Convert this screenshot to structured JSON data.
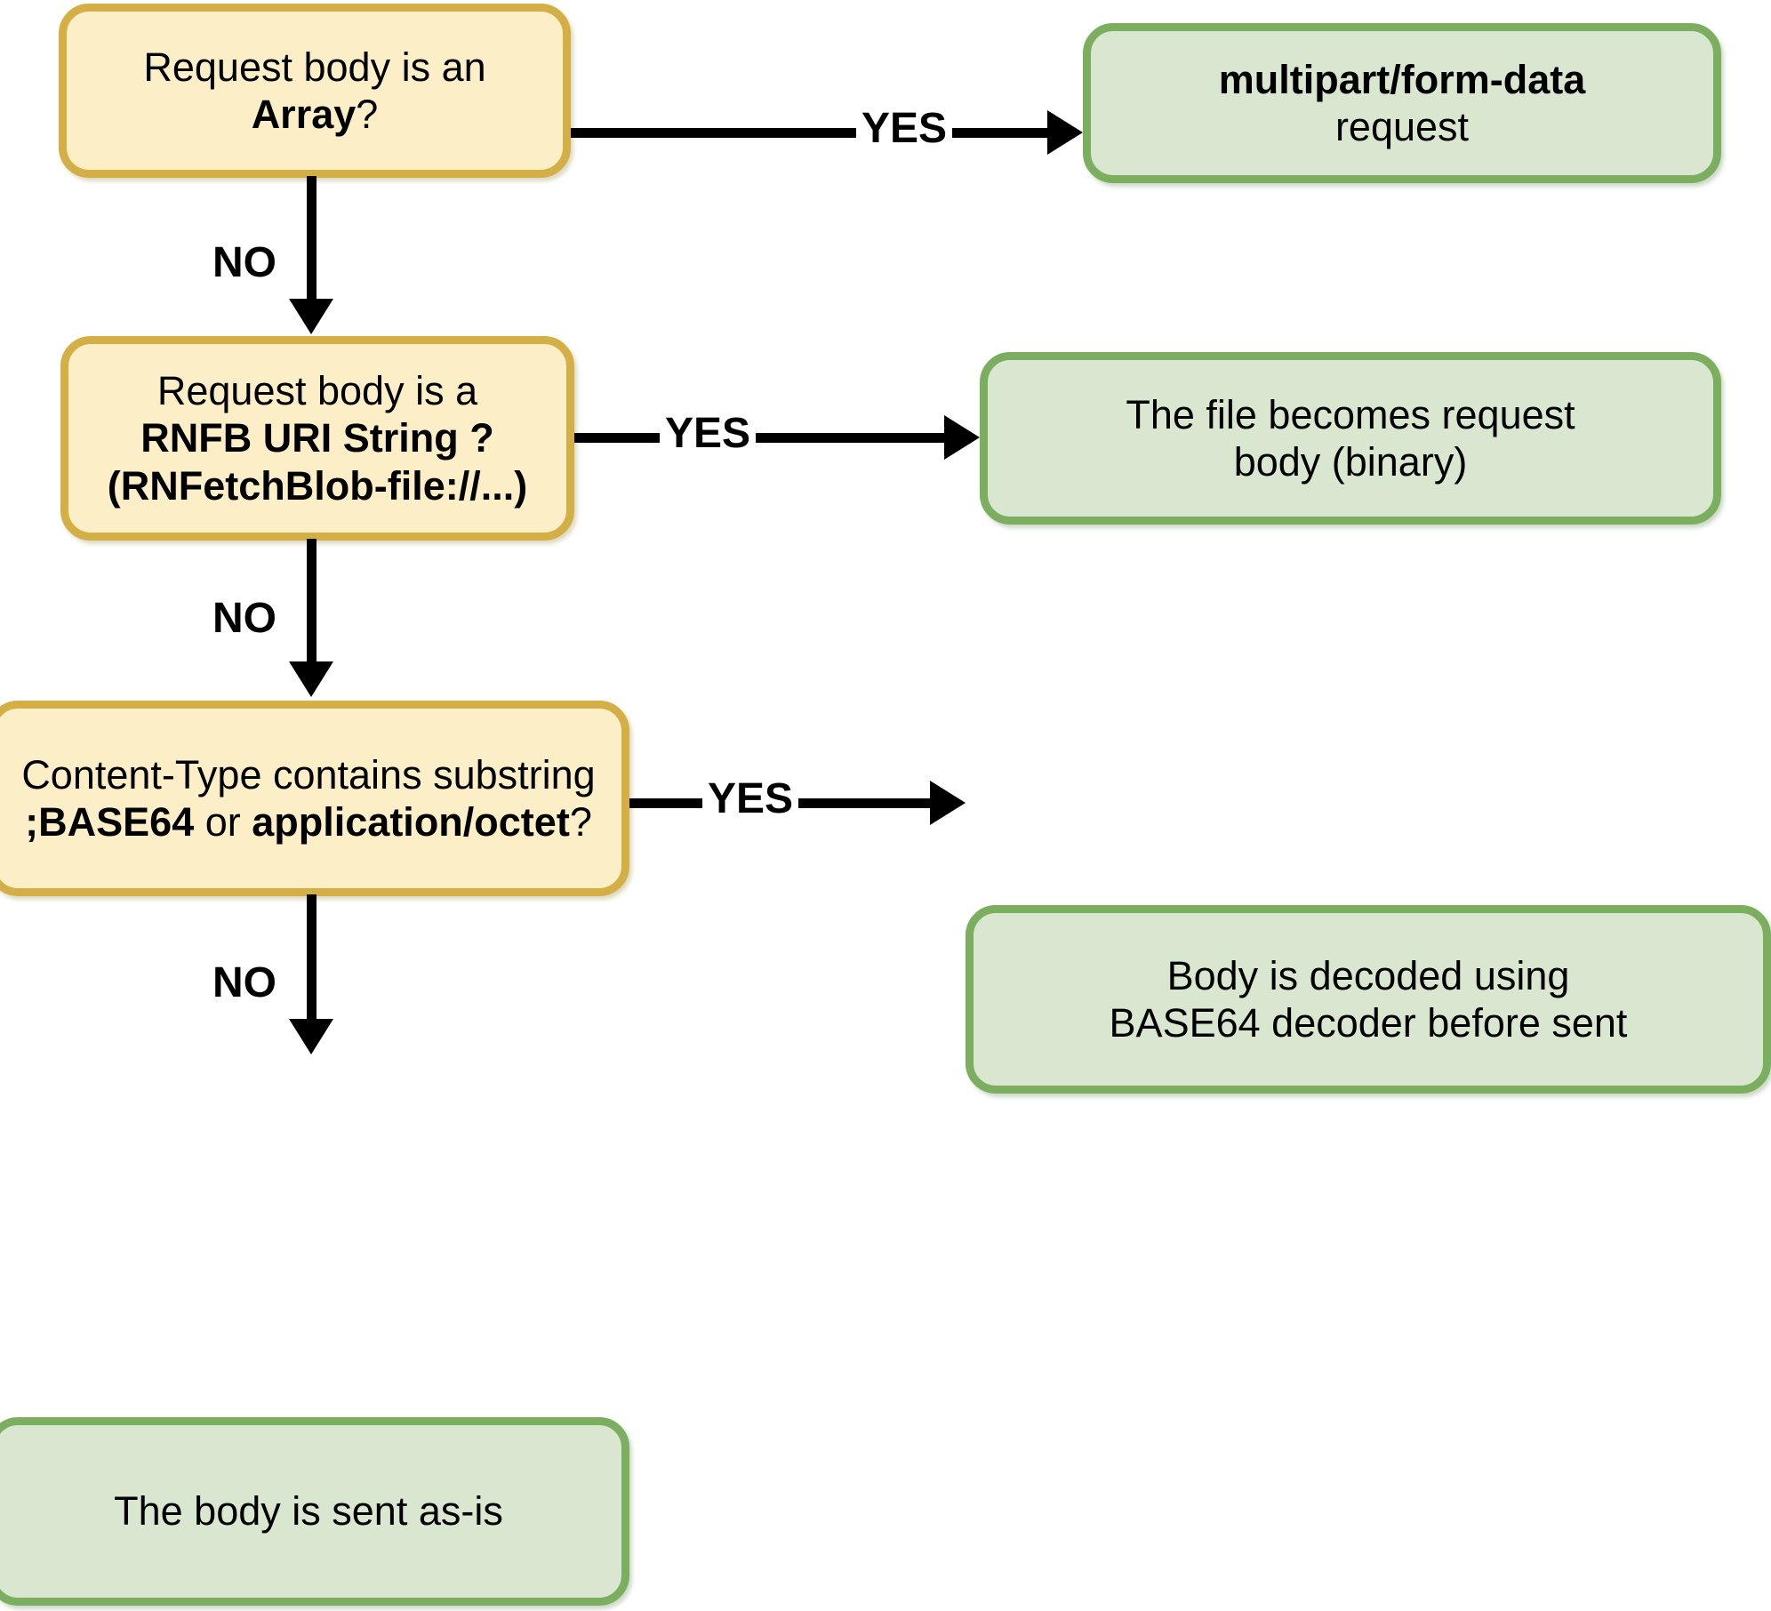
{
  "diagram": {
    "type": "flowchart",
    "title": "Request body handling decision flow",
    "colors": {
      "decision_fill": "#FCEFC7",
      "decision_border": "#D3AF46",
      "terminal_fill": "#D9E7D0",
      "terminal_border": "#7CAE5F",
      "connector": "#000000",
      "text": "#000000"
    },
    "nodes": [
      {
        "id": "d1",
        "kind": "decision",
        "lines": [
          {
            "parts": [
              {
                "text": "Request body is an ",
                "bold": false
              },
              {
                "text": "Array",
                "bold": true
              },
              {
                "text": "?",
                "bold": false
              }
            ]
          }
        ]
      },
      {
        "id": "t1",
        "kind": "terminal",
        "lines": [
          {
            "parts": [
              {
                "text": "multipart/form-data",
                "bold": true
              }
            ]
          },
          {
            "parts": [
              {
                "text": "request",
                "bold": false
              }
            ]
          }
        ]
      },
      {
        "id": "d2",
        "kind": "decision",
        "lines": [
          {
            "parts": [
              {
                "text": "Request body is a",
                "bold": false
              }
            ]
          },
          {
            "parts": [
              {
                "text": "RNFB URI String ?",
                "bold": true
              }
            ]
          },
          {
            "parts": [
              {
                "text": "(RNFetchBlob-file://...)",
                "bold": true
              }
            ]
          }
        ]
      },
      {
        "id": "t2",
        "kind": "terminal",
        "lines": [
          {
            "parts": [
              {
                "text": "The file becomes request",
                "bold": false
              }
            ]
          },
          {
            "parts": [
              {
                "text": "body (binary)",
                "bold": false
              }
            ]
          }
        ]
      },
      {
        "id": "d3",
        "kind": "decision",
        "lines": [
          {
            "parts": [
              {
                "text": "Content-Type contains substring",
                "bold": false
              }
            ]
          },
          {
            "parts": [
              {
                "text": ";BASE64",
                "bold": true
              },
              {
                "text": " or ",
                "bold": false
              },
              {
                "text": "application/octet",
                "bold": true
              },
              {
                "text": "?",
                "bold": false
              }
            ]
          }
        ]
      },
      {
        "id": "t3",
        "kind": "terminal",
        "lines": [
          {
            "parts": [
              {
                "text": "Body is decoded using",
                "bold": false
              }
            ]
          },
          {
            "parts": [
              {
                "text": "BASE64 decoder before sent",
                "bold": false
              }
            ]
          }
        ]
      },
      {
        "id": "t4",
        "kind": "terminal",
        "lines": [
          {
            "parts": [
              {
                "text": "The body is sent as-is",
                "bold": false
              }
            ]
          }
        ]
      }
    ],
    "edges": [
      {
        "id": "e1",
        "from": "d1",
        "to": "t1",
        "label": "YES"
      },
      {
        "id": "e2",
        "from": "d1",
        "to": "d2",
        "label": "NO"
      },
      {
        "id": "e3",
        "from": "d2",
        "to": "t2",
        "label": "YES"
      },
      {
        "id": "e4",
        "from": "d2",
        "to": "d3",
        "label": "NO"
      },
      {
        "id": "e5",
        "from": "d3",
        "to": "t3",
        "label": "YES"
      },
      {
        "id": "e6",
        "from": "d3",
        "to": "t4",
        "label": "NO"
      }
    ]
  }
}
